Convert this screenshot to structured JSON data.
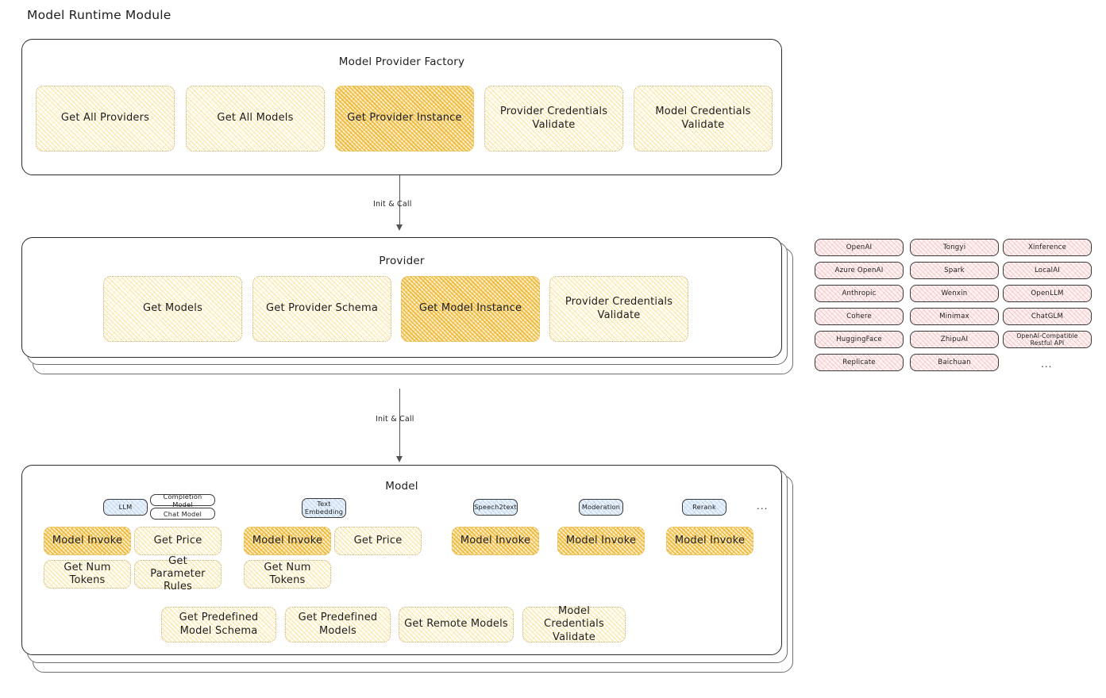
{
  "page": {
    "title": "Model Runtime Module"
  },
  "factory": {
    "title": "Model Provider Factory",
    "nodes": [
      {
        "label": "Get All Providers",
        "highlight": false
      },
      {
        "label": "Get All Models",
        "highlight": false
      },
      {
        "label": "Get Provider Instance",
        "highlight": true
      },
      {
        "label": "Provider Credentials Validate",
        "highlight": false
      },
      {
        "label": "Model Credentials Validate",
        "highlight": false
      }
    ]
  },
  "arrows": [
    {
      "label": "Init & Call"
    },
    {
      "label": "Init & Call"
    }
  ],
  "provider": {
    "title": "Provider",
    "nodes": [
      {
        "label": "Get Models",
        "highlight": false
      },
      {
        "label": "Get Provider Schema",
        "highlight": false
      },
      {
        "label": "Get Model Instance",
        "highlight": true
      },
      {
        "label": "Provider Credentials Validate",
        "highlight": false
      }
    ]
  },
  "provider_list": {
    "columns": [
      [
        "OpenAI",
        "Azure OpenAI",
        "Anthropic",
        "Cohere",
        "HuggingFace",
        "Replicate"
      ],
      [
        "Tongyi",
        "Spark",
        "Wenxin",
        "Minimax",
        "ZhipuAI",
        "Baichuan"
      ],
      [
        "Xinference",
        "LocalAI",
        "OpenLLM",
        "ChatGLM",
        "OpenAI-Compatible Restful API"
      ]
    ],
    "more": "..."
  },
  "model": {
    "title": "Model",
    "more": "...",
    "types": [
      {
        "badge": "LLM",
        "tags": [
          "Completion Model",
          "Chat Model"
        ],
        "nodes": [
          {
            "label": "Model Invoke",
            "highlight": true
          },
          {
            "label": "Get Price",
            "highlight": false
          },
          {
            "label": "Get Num Tokens",
            "highlight": false
          },
          {
            "label": "Get Parameter Rules",
            "highlight": false
          }
        ]
      },
      {
        "badge": "Text Embedding",
        "tags": [],
        "nodes": [
          {
            "label": "Model Invoke",
            "highlight": true
          },
          {
            "label": "Get Price",
            "highlight": false
          },
          {
            "label": "Get Num Tokens",
            "highlight": false
          }
        ]
      },
      {
        "badge": "Speech2text",
        "tags": [],
        "nodes": [
          {
            "label": "Model Invoke",
            "highlight": true
          }
        ]
      },
      {
        "badge": "Moderation",
        "tags": [],
        "nodes": [
          {
            "label": "Model Invoke",
            "highlight": true
          }
        ]
      },
      {
        "badge": "Rerank",
        "tags": [],
        "nodes": [
          {
            "label": "Model Invoke",
            "highlight": true
          }
        ]
      }
    ],
    "shared_nodes": [
      {
        "label": "Get Predefined Model Schema"
      },
      {
        "label": "Get Predefined Models"
      },
      {
        "label": "Get Remote Models"
      },
      {
        "label": "Model Credentials Validate"
      }
    ]
  },
  "colors": {
    "node_fill": "#fffdf4",
    "node_highlight_fill": "#fdeec4",
    "chip_fill": "#fdf1f1",
    "badge_fill": "#e9f2fb",
    "stroke": "#1e1e1e"
  }
}
